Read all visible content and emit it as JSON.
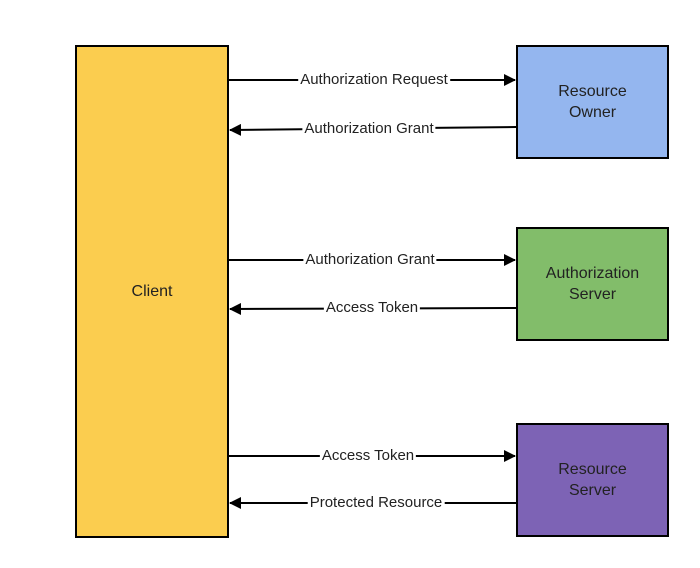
{
  "colors": {
    "client": "#fbcd4f",
    "resource_owner": "#94b6ef",
    "authorization_server": "#82bd6a",
    "resource_server": "#7d63b5",
    "line": "#000000"
  },
  "nodes": {
    "client": {
      "label": "Client"
    },
    "resource_owner": {
      "label": "Resource Owner"
    },
    "authorization_server": {
      "label": "Authorization Server"
    },
    "resource_server": {
      "label": "Resource Server"
    }
  },
  "flows": [
    {
      "label": "Authorization Request",
      "from": "client",
      "to": "resource_owner"
    },
    {
      "label": "Authorization Grant",
      "from": "resource_owner",
      "to": "client"
    },
    {
      "label": "Authorization Grant",
      "from": "client",
      "to": "authorization_server"
    },
    {
      "label": "Access Token",
      "from": "authorization_server",
      "to": "client"
    },
    {
      "label": "Access Token",
      "from": "client",
      "to": "resource_server"
    },
    {
      "label": "Protected Resource",
      "from": "resource_server",
      "to": "client"
    }
  ]
}
